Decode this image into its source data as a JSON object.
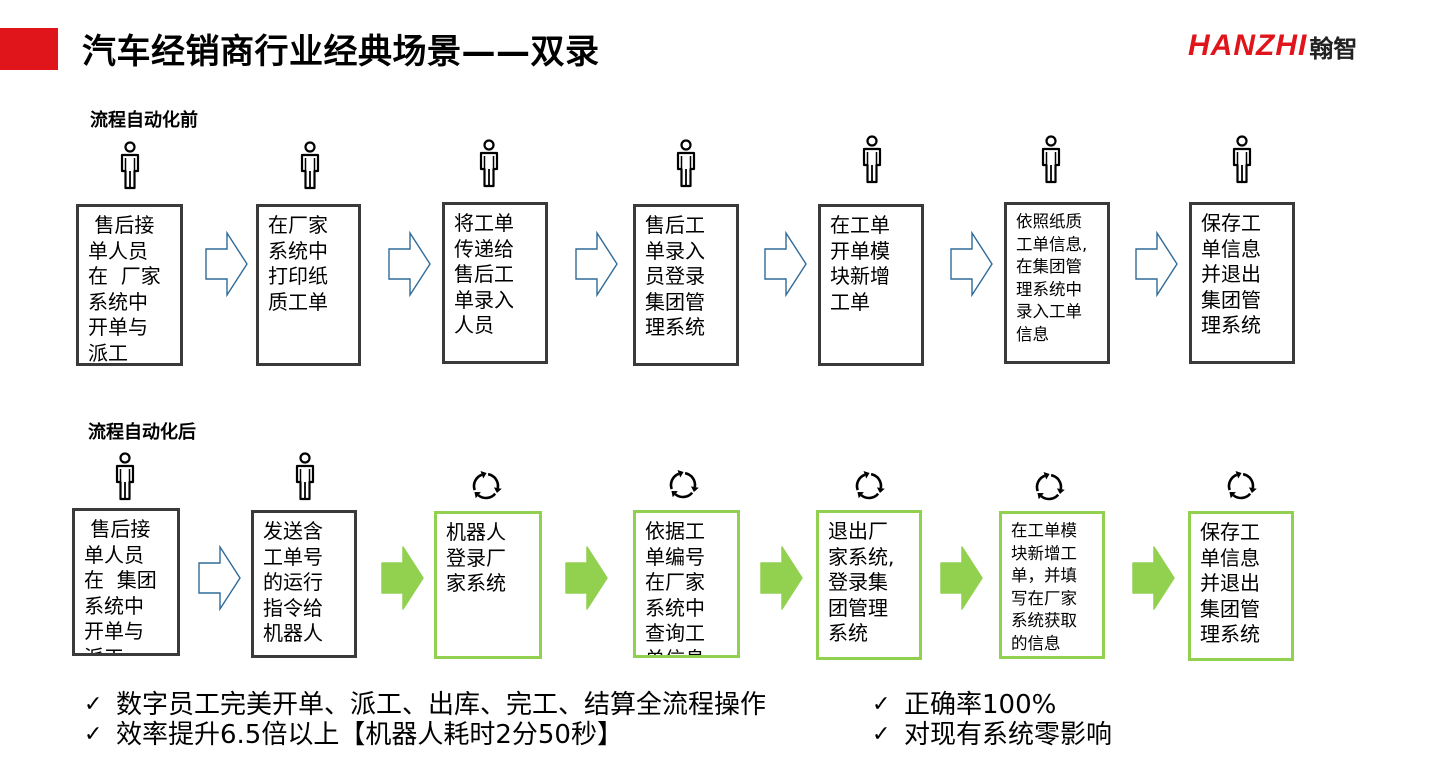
{
  "title": "汽车经销商行业经典场景——双录",
  "logo": {
    "brand": "HANZHI",
    "cn": "翰智"
  },
  "before": {
    "label": "流程自动化前",
    "steps": [
      {
        "actor": "person-icon",
        "text": " 售后接\n单人员\n在  厂家\n系统中\n开单与\n派工"
      },
      {
        "actor": "person-icon",
        "text": "在厂家\n系统中\n打印纸\n质工单"
      },
      {
        "actor": "person-icon",
        "text": "将工单\n传递给\n售后工\n单录入\n人员"
      },
      {
        "actor": "person-icon",
        "text": "售后工\n单录入\n员登录\n集团管\n理系统"
      },
      {
        "actor": "person-icon",
        "text": "在工单\n开单模\n块新增\n工单"
      },
      {
        "actor": "person-icon",
        "text": "依照纸质\n工单信息,\n在集团管\n理系统中\n录入工单\n信息"
      },
      {
        "actor": "person-icon",
        "text": "保存工\n单信息\n并退出\n集团管\n理系统"
      }
    ]
  },
  "after": {
    "label": "流程自动化后",
    "steps": [
      {
        "actor": "person-icon",
        "text": " 售后接\n单人员\n在  集团\n系统中\n开单与\n派工"
      },
      {
        "actor": "person-icon",
        "text": "发送含\n工单号\n的运行\n指令给\n机器人"
      },
      {
        "actor": "robot-cycle-icon",
        "text": "机器人\n登录厂\n家系统"
      },
      {
        "actor": "robot-cycle-icon",
        "text": "依据工\n单编号\n在厂家\n系统中\n查询工\n单信息"
      },
      {
        "actor": "robot-cycle-icon",
        "text": "退出厂\n家系统,\n登录集\n团管理\n系统"
      },
      {
        "actor": "robot-cycle-icon",
        "text": "在工单模\n块新增工\n单，并填\n写在厂家\n系统获取\n的信息"
      },
      {
        "actor": "robot-cycle-icon",
        "text": "保存工\n单信息\n并退出\n集团管\n理系统"
      }
    ]
  },
  "benefits_left": [
    "数字员工完美开单、派工、出库、完工、结算全流程操作",
    "效率提升6.5倍以上【机器人耗时2分50秒】"
  ],
  "benefits_right": [
    "正确率100%",
    "对现有系统零影响"
  ],
  "check_symbol": "✓",
  "colors": {
    "brand_red": "#e0141b",
    "green": "#92d050",
    "box_border": "#3a3a3a",
    "arrow_outline": "#2f6b9a"
  }
}
